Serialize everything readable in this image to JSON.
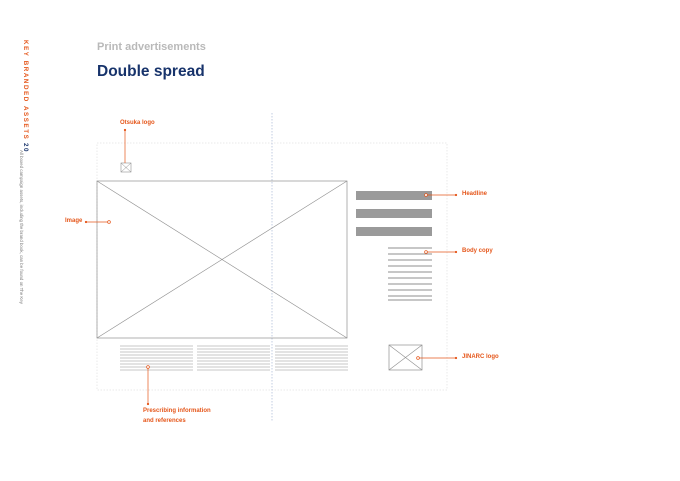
{
  "sidebar": {
    "brand_label": "KEY BRANDED ASSETS",
    "page_number": "20",
    "note": "All boxed campaign assets, including the brand book, can be found on The Key"
  },
  "header": {
    "section": "Print advertisements",
    "title": "Double spread"
  },
  "callouts": {
    "otsuka_logo": "Otsuka logo",
    "image": "Image",
    "headline": "Headline",
    "body_copy": "Body copy",
    "jinarc_logo": "JINARC logo",
    "prescribing_line1": "Prescribing information",
    "prescribing_line2": "and references"
  },
  "colors": {
    "accent": "#e5571b",
    "brand_navy": "#17336b",
    "placeholder_grey": "#9a9a9a",
    "wire_grey": "#8f8f8f"
  }
}
